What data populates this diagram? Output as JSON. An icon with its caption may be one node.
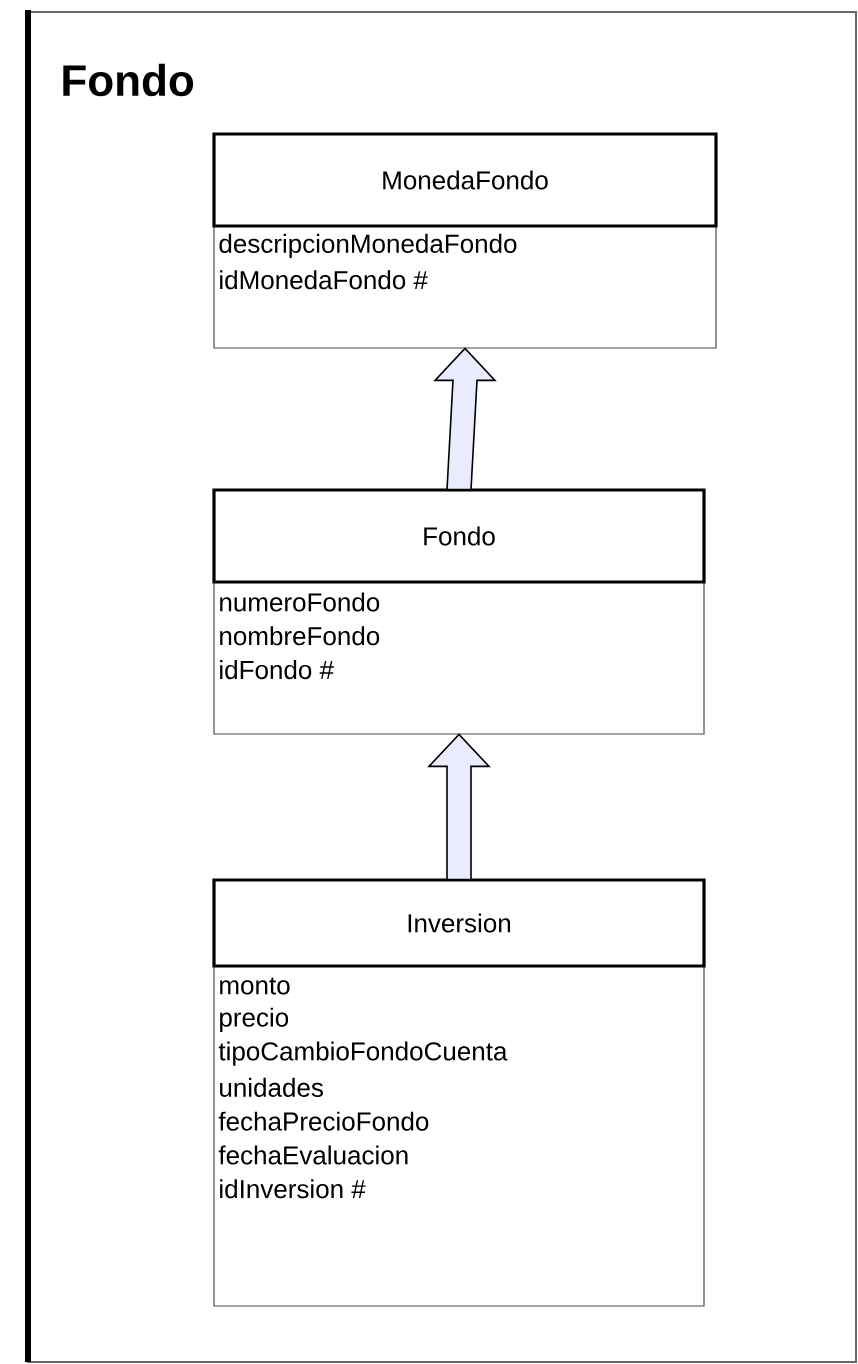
{
  "diagram": {
    "title": "Fondo",
    "nodes": [
      {
        "text": [
          "MonedaFondo",
          "descripcionMonedaFondo",
          "idMonedaFondo #"
        ]
      },
      {
        "text": [
          "Fondo",
          "numeroFondo",
          "nombreFondo",
          "idFondo #"
        ]
      },
      {
        "text": [
          "Inversion",
          "monto",
          "precio",
          "tipoCambioFondoCuenta",
          "unidades",
          "fechaPrecioFondo",
          "fechaEvaluacion",
          "idInversion #"
        ]
      }
    ],
    "edges": [
      {
        "from": 1,
        "to": 0,
        "arrow": "to"
      },
      {
        "from": 2,
        "to": 1,
        "arrow": "to"
      }
    ]
  }
}
